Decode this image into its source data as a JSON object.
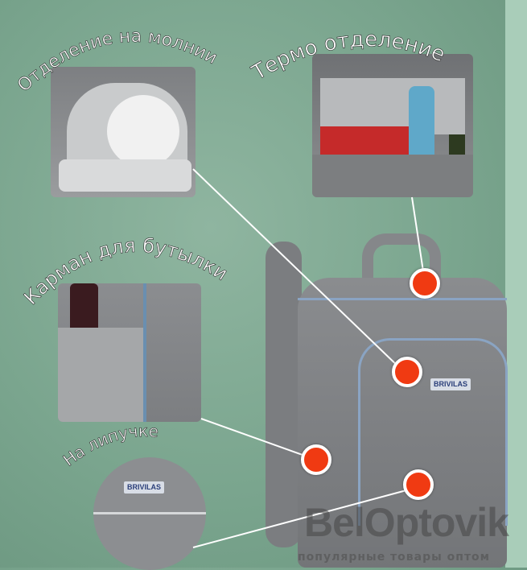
{
  "labels": {
    "zip_compartment": "Отделение на молнии",
    "thermo_compartment": "Термо отделение",
    "bottle_pocket": "Карман для бутылки",
    "velcro": "На липучке"
  },
  "brand": "BRIVILAS",
  "watermark": {
    "title": "BelOptovik",
    "subtitle": "популярные товары оптом"
  },
  "colors": {
    "background": "#7aa58e",
    "marker": "#f03a12"
  }
}
